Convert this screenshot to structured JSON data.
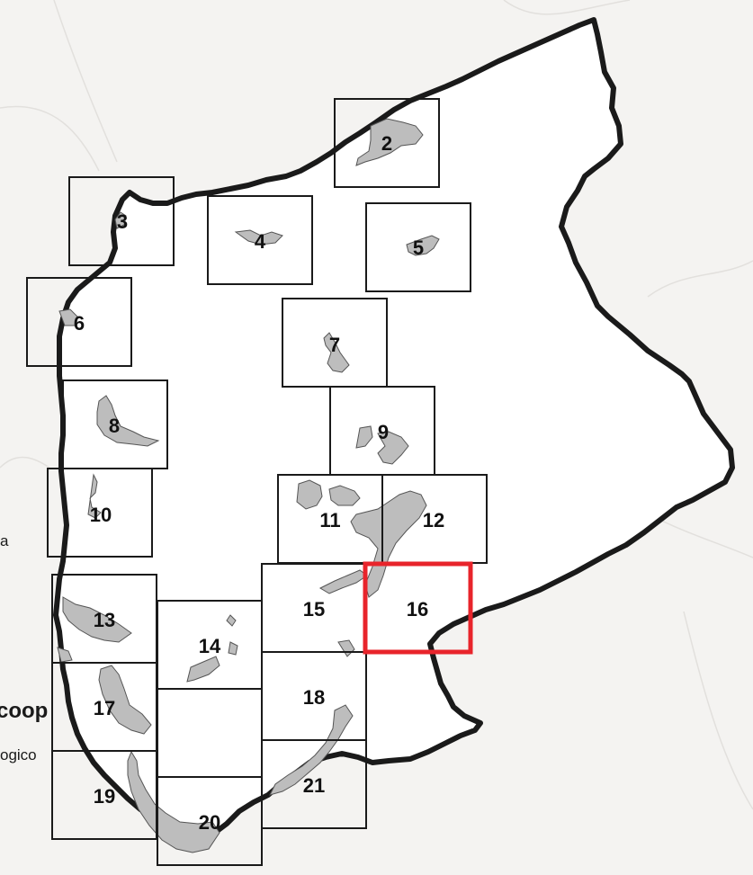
{
  "map": {
    "background_color": "#f4f3f1",
    "region_fill": "#ffffff",
    "boundary_color": "#1a1a1a",
    "settlement_fill": "#bdbdbd",
    "tile_border_color": "#1a1a1a",
    "highlight_color": "#e8242b",
    "highlighted_tile": "16"
  },
  "tiles": [
    {
      "id": "2",
      "label": "2"
    },
    {
      "id": "3",
      "label": "3"
    },
    {
      "id": "4",
      "label": "4"
    },
    {
      "id": "5",
      "label": "5"
    },
    {
      "id": "6",
      "label": "6"
    },
    {
      "id": "7",
      "label": "7"
    },
    {
      "id": "8",
      "label": "8"
    },
    {
      "id": "9",
      "label": "9"
    },
    {
      "id": "10",
      "label": "10"
    },
    {
      "id": "11",
      "label": "11"
    },
    {
      "id": "12",
      "label": "12"
    },
    {
      "id": "13",
      "label": "13"
    },
    {
      "id": "14",
      "label": "14"
    },
    {
      "id": "15",
      "label": "15"
    },
    {
      "id": "16",
      "label": "16"
    },
    {
      "id": "17",
      "label": "17"
    },
    {
      "id": "18",
      "label": "18"
    },
    {
      "id": "19",
      "label": "19"
    },
    {
      "id": "20",
      "label": "20"
    },
    {
      "id": "21",
      "label": "21"
    }
  ],
  "background_text": {
    "fragment_a": "a",
    "fragment_coop": "coop",
    "fragment_ogico": "ogico"
  }
}
